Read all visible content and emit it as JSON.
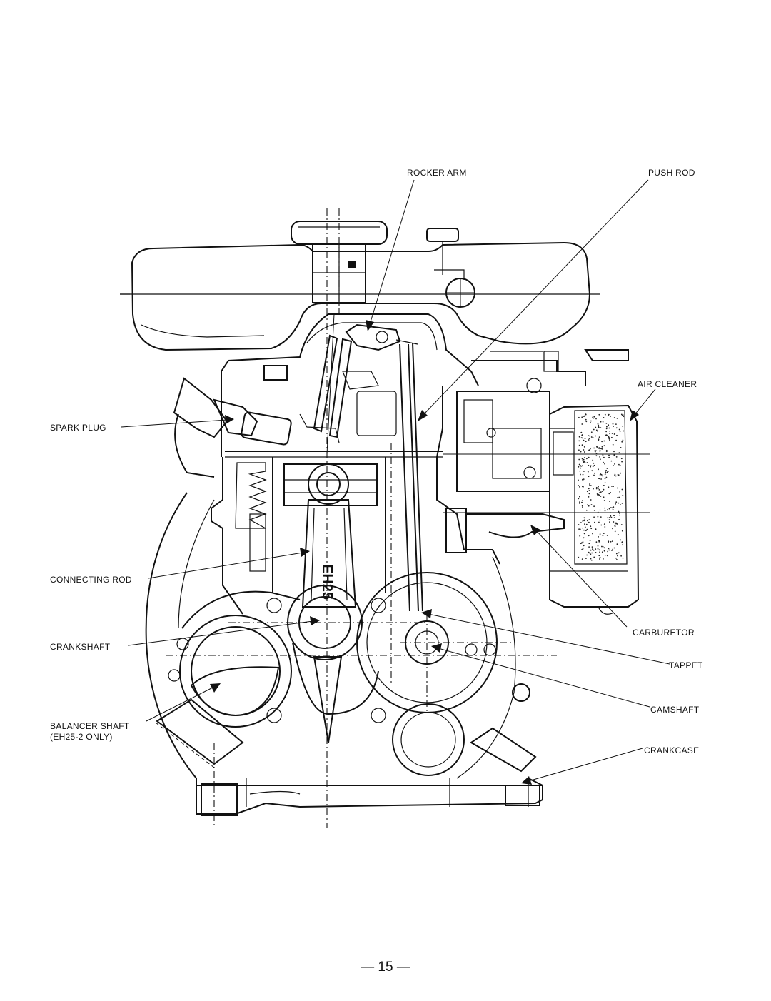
{
  "labels": {
    "rocker_arm": "ROCKER ARM",
    "push_rod": "PUSH ROD",
    "air_cleaner": "AIR CLEANER",
    "spark_plug": "SPARK PLUG",
    "connecting_rod": "CONNECTING ROD",
    "crankshaft": "CRANKSHAFT",
    "carburetor": "CARBURETOR",
    "tappet": "TAPPET",
    "camshaft": "CAMSHAFT",
    "balancer_shaft_1": "BALANCER SHAFT",
    "balancer_shaft_2": "(EH25-2 ONLY)",
    "crankcase": "CRANKCASE"
  },
  "rod_marking": "EH25",
  "page_number": "— 15 —"
}
